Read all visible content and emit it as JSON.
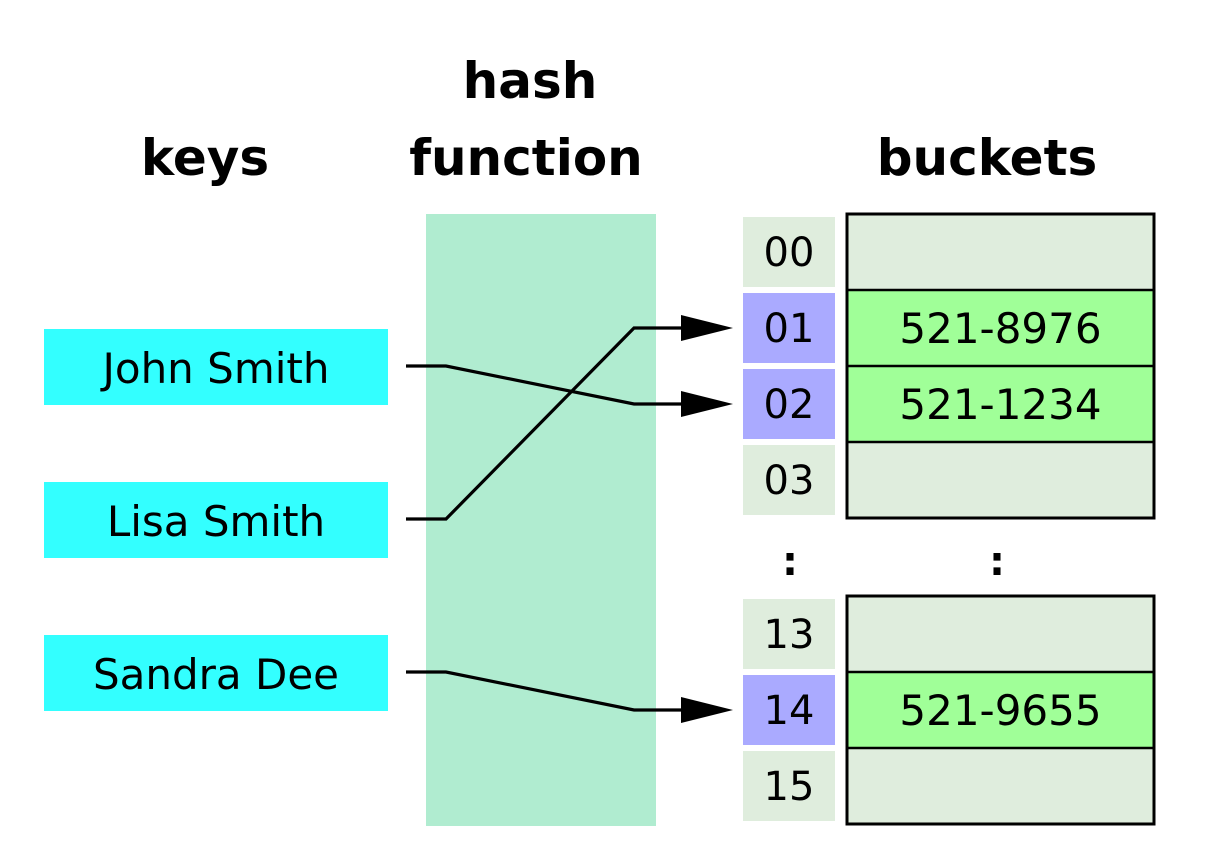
{
  "headings": {
    "keys": "keys",
    "hash_line1": "hash",
    "hash_line2": "function",
    "buckets": "buckets"
  },
  "keys": [
    {
      "label": "John Smith",
      "target_index": "02"
    },
    {
      "label": "Lisa Smith",
      "target_index": "01"
    },
    {
      "label": "Sandra Dee",
      "target_index": "14"
    }
  ],
  "bucket_groups": [
    {
      "rows": [
        {
          "index": "00",
          "value": "",
          "used": false
        },
        {
          "index": "01",
          "value": "521-8976",
          "used": true
        },
        {
          "index": "02",
          "value": "521-1234",
          "used": true
        },
        {
          "index": "03",
          "value": "",
          "used": false
        }
      ]
    },
    {
      "rows": [
        {
          "index": "13",
          "value": "",
          "used": false
        },
        {
          "index": "14",
          "value": "521-9655",
          "used": true
        },
        {
          "index": "15",
          "value": "",
          "used": false
        }
      ]
    }
  ],
  "ellipsis": {
    "index_dots": ":",
    "bucket_dots": ":"
  },
  "colors": {
    "key_box": "#33ffff",
    "hash_function": "#b0ecd0",
    "index_idle": "#dfeddd",
    "index_used": "#aaaaff",
    "bucket_idle": "#dfeddd",
    "bucket_used": "#a0ff98"
  }
}
